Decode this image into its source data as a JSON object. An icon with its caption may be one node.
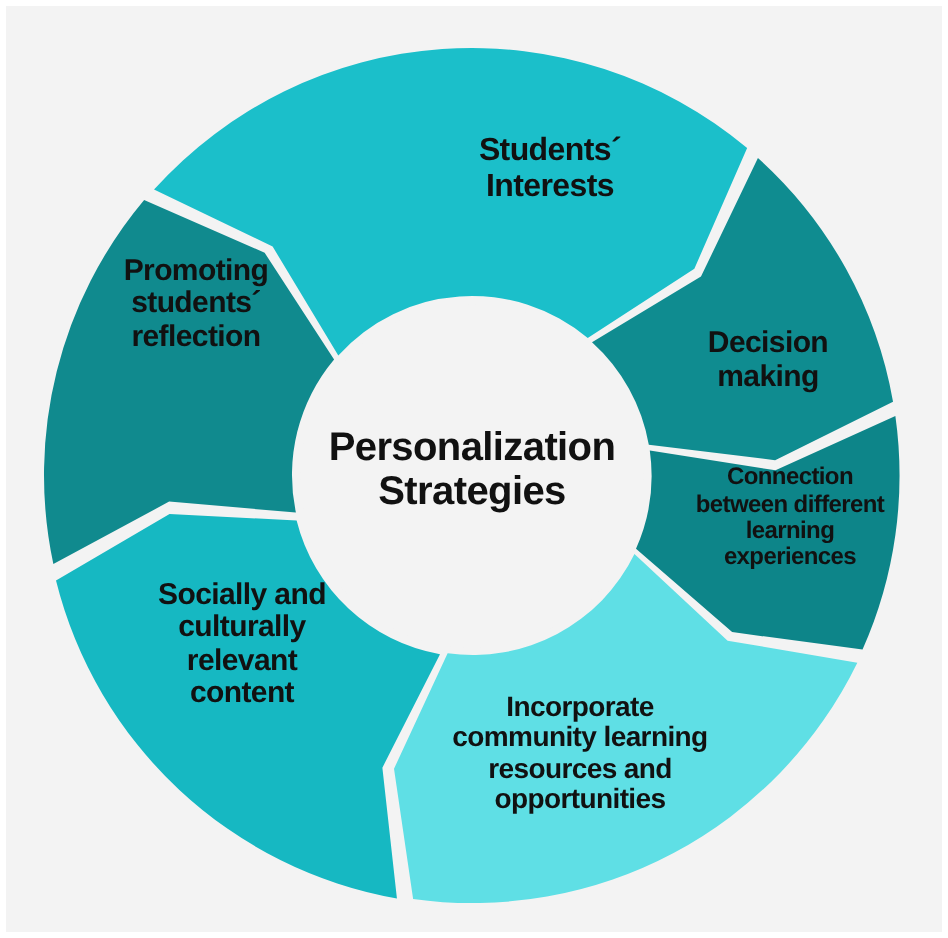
{
  "diagram": {
    "nodes": [
      {
        "text": [
          "Personalization Strategies"
        ]
      },
      {
        "text": [
          "Students´ Interests"
        ]
      },
      {
        "text": [
          "Decision making"
        ]
      },
      {
        "text": [
          "Connection between different learning experiences"
        ]
      },
      {
        "text": [
          "Incorporate community learning resources and opportunities"
        ]
      },
      {
        "text": [
          "Socially and culturally relevant content"
        ]
      },
      {
        "text": [
          "Promoting students´ reflection"
        ]
      }
    ]
  }
}
